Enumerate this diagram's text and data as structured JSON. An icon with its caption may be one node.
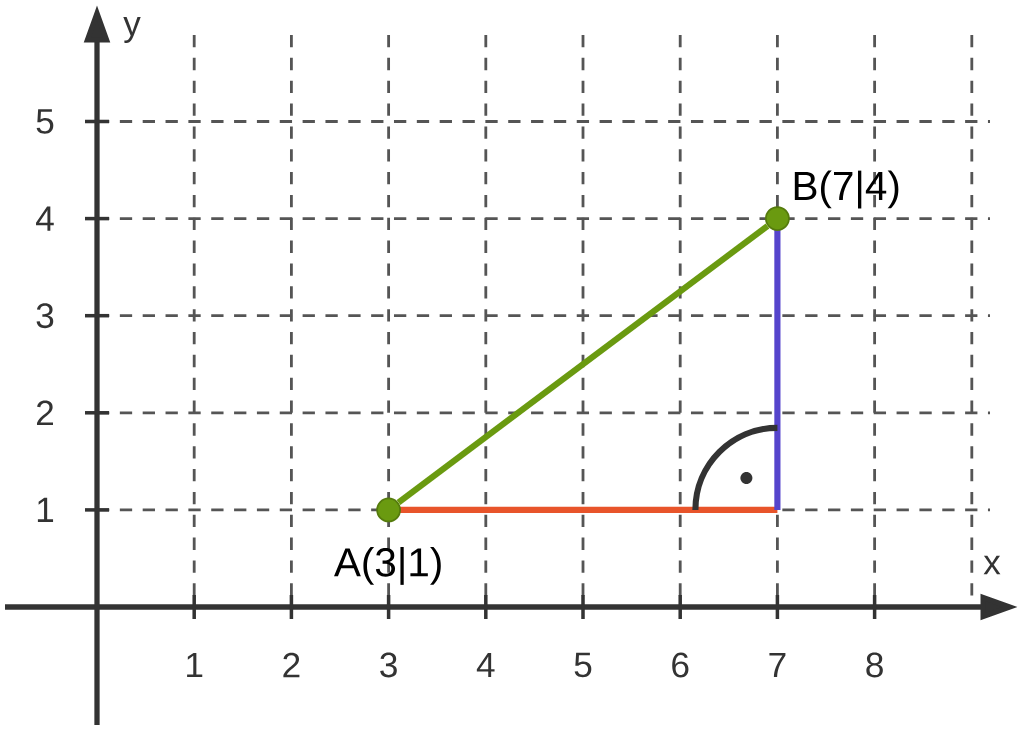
{
  "diagram": {
    "nodes": [
      {
        "text": [],
        "shape": "circle",
        "beside": [
          "A(3|1)"
        ]
      },
      {
        "text": [],
        "shape": "circle",
        "beside": [
          "B(7|4)"
        ]
      }
    ],
    "edges": [
      {
        "from": 0,
        "to": 1,
        "arrow": "none"
      }
    ],
    "labels": [
      "y",
      "5",
      "4",
      "3",
      "2",
      "1",
      "x",
      "1",
      "2",
      "3",
      "4",
      "5",
      "6",
      "7",
      "8"
    ]
  }
}
